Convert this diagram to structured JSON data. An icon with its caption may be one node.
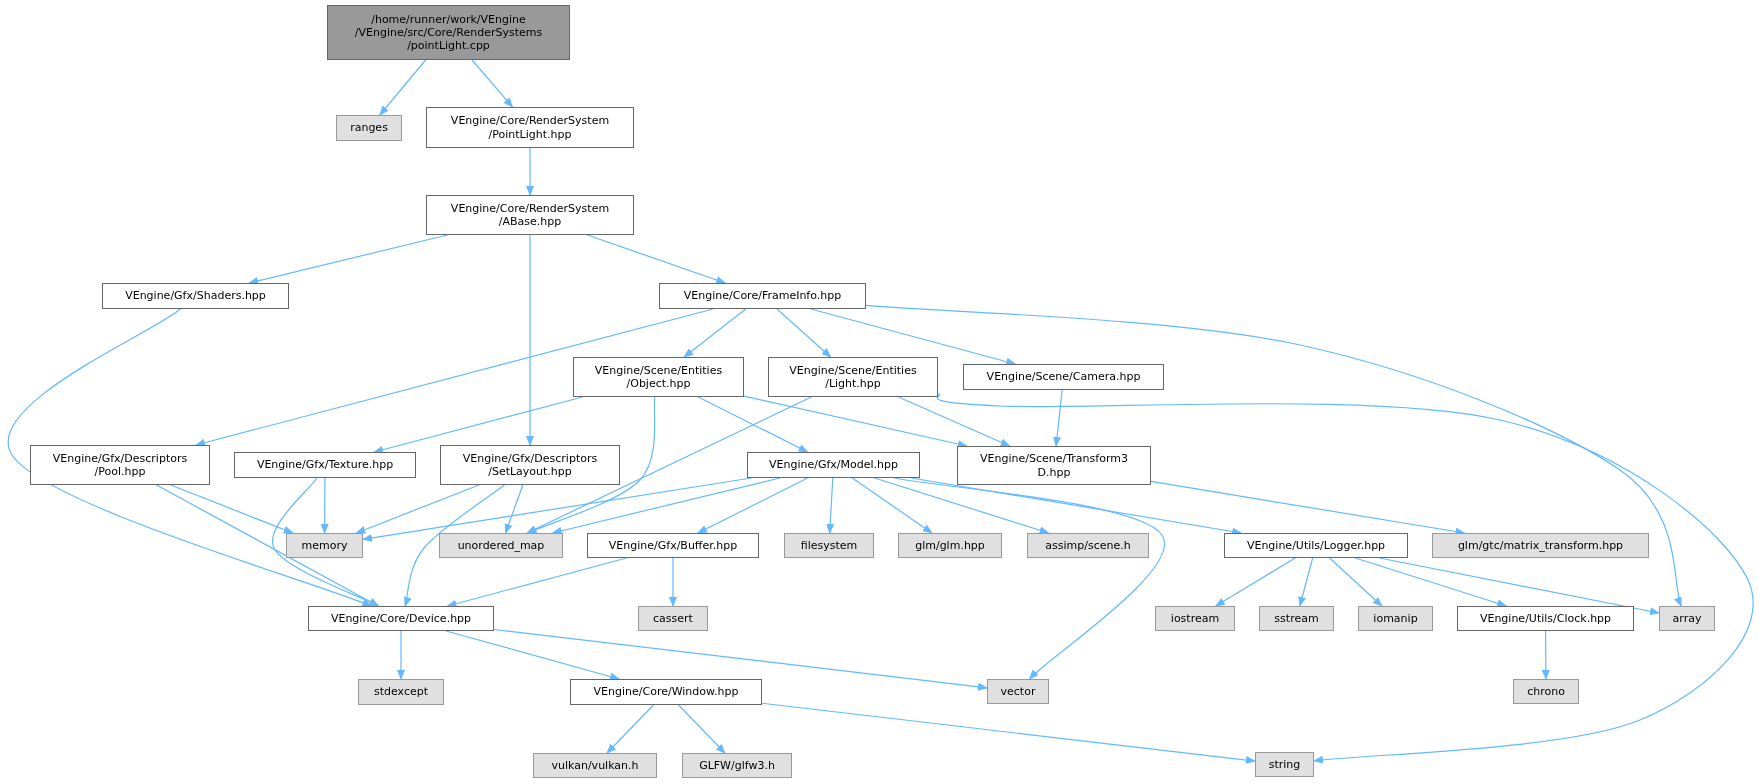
{
  "diagram": {
    "nodes": [
      {
        "text": [
          "/home/runner/work/VEngine /VEngine/src/Core/RenderSystems /pointLight.cpp"
        ]
      },
      {
        "text": [
          "ranges"
        ]
      },
      {
        "text": [
          "VEngine/Core/RenderSystem /PointLight.hpp"
        ]
      },
      {
        "text": [
          "VEngine/Core/RenderSystem /ABase.hpp"
        ]
      },
      {
        "text": [
          "VEngine/Gfx/Shaders.hpp"
        ]
      },
      {
        "text": [
          "VEngine/Core/FrameInfo.hpp"
        ]
      },
      {
        "text": [
          "VEngine/Scene/Entities /Object.hpp"
        ]
      },
      {
        "text": [
          "VEngine/Scene/Entities /Light.hpp"
        ]
      },
      {
        "text": [
          "VEngine/Scene/Camera.hpp"
        ]
      },
      {
        "text": [
          "VEngine/Gfx/Descriptors /Pool.hpp"
        ]
      },
      {
        "text": [
          "VEngine/Gfx/Texture.hpp"
        ]
      },
      {
        "text": [
          "VEngine/Gfx/Descriptors /SetLayout.hpp"
        ]
      },
      {
        "text": [
          "VEngine/Gfx/Model.hpp"
        ]
      },
      {
        "text": [
          "VEngine/Scene/Transform3 D.hpp"
        ]
      },
      {
        "text": [
          "memory"
        ]
      },
      {
        "text": [
          "unordered_map"
        ]
      },
      {
        "text": [
          "VEngine/Gfx/Buffer.hpp"
        ]
      },
      {
        "text": [
          "filesystem"
        ]
      },
      {
        "text": [
          "glm/glm.hpp"
        ]
      },
      {
        "text": [
          "assimp/scene.h"
        ]
      },
      {
        "text": [
          "VEngine/Utils/Logger.hpp"
        ]
      },
      {
        "text": [
          "glm/gtc/matrix_transform.hpp"
        ]
      },
      {
        "text": [
          "VEngine/Core/Device.hpp"
        ]
      },
      {
        "text": [
          "cassert"
        ]
      },
      {
        "text": [
          "iostream"
        ]
      },
      {
        "text": [
          "sstream"
        ]
      },
      {
        "text": [
          "iomanip"
        ]
      },
      {
        "text": [
          "VEngine/Utils/Clock.hpp"
        ]
      },
      {
        "text": [
          "array"
        ]
      },
      {
        "text": [
          "stdexcept"
        ]
      },
      {
        "text": [
          "VEngine/Core/Window.hpp"
        ]
      },
      {
        "text": [
          "vector"
        ]
      },
      {
        "text": [
          "chrono"
        ]
      },
      {
        "text": [
          "vulkan/vulkan.h"
        ]
      },
      {
        "text": [
          "GLFW/glfw3.h"
        ]
      },
      {
        "text": [
          "string"
        ]
      }
    ],
    "edges": [
      {
        "from": 0,
        "to": 1,
        "arrow": "to"
      },
      {
        "from": 0,
        "to": 2,
        "arrow": "to"
      },
      {
        "from": 2,
        "to": 3,
        "arrow": "to"
      },
      {
        "from": 3,
        "to": 4,
        "arrow": "to"
      },
      {
        "from": 3,
        "to": 11,
        "arrow": "to"
      },
      {
        "from": 3,
        "to": 5,
        "arrow": "to"
      },
      {
        "from": 4,
        "to": 22,
        "arrow": "to"
      },
      {
        "from": 5,
        "to": 9,
        "arrow": "to"
      },
      {
        "from": 5,
        "to": 6,
        "arrow": "to"
      },
      {
        "from": 5,
        "to": 7,
        "arrow": "to"
      },
      {
        "from": 5,
        "to": 8,
        "arrow": "to"
      },
      {
        "from": 5,
        "to": 28,
        "arrow": "to"
      },
      {
        "from": 6,
        "to": 10,
        "arrow": "to"
      },
      {
        "from": 6,
        "to": 15,
        "arrow": "to"
      },
      {
        "from": 6,
        "to": 12,
        "arrow": "to"
      },
      {
        "from": 6,
        "to": 13,
        "arrow": "to"
      },
      {
        "from": 7,
        "to": 15,
        "arrow": "to"
      },
      {
        "from": 7,
        "to": 13,
        "arrow": "to"
      },
      {
        "from": 7,
        "to": 35,
        "arrow": "to"
      },
      {
        "from": 8,
        "to": 13,
        "arrow": "to"
      },
      {
        "from": 9,
        "to": 14,
        "arrow": "to"
      },
      {
        "from": 9,
        "to": 22,
        "arrow": "to"
      },
      {
        "from": 10,
        "to": 14,
        "arrow": "to"
      },
      {
        "from": 10,
        "to": 22,
        "arrow": "to"
      },
      {
        "from": 11,
        "to": 14,
        "arrow": "to"
      },
      {
        "from": 11,
        "to": 15,
        "arrow": "to"
      },
      {
        "from": 11,
        "to": 22,
        "arrow": "to"
      },
      {
        "from": 12,
        "to": 14,
        "arrow": "to"
      },
      {
        "from": 12,
        "to": 15,
        "arrow": "to"
      },
      {
        "from": 12,
        "to": 16,
        "arrow": "to"
      },
      {
        "from": 12,
        "to": 17,
        "arrow": "to"
      },
      {
        "from": 12,
        "to": 18,
        "arrow": "to"
      },
      {
        "from": 12,
        "to": 19,
        "arrow": "to"
      },
      {
        "from": 12,
        "to": 31,
        "arrow": "to"
      },
      {
        "from": 12,
        "to": 20,
        "arrow": "to"
      },
      {
        "from": 13,
        "to": 21,
        "arrow": "to"
      },
      {
        "from": 16,
        "to": 22,
        "arrow": "to"
      },
      {
        "from": 16,
        "to": 23,
        "arrow": "to"
      },
      {
        "from": 20,
        "to": 24,
        "arrow": "to"
      },
      {
        "from": 20,
        "to": 25,
        "arrow": "to"
      },
      {
        "from": 20,
        "to": 26,
        "arrow": "to"
      },
      {
        "from": 20,
        "to": 27,
        "arrow": "to"
      },
      {
        "from": 20,
        "to": 28,
        "arrow": "to"
      },
      {
        "from": 22,
        "to": 29,
        "arrow": "to"
      },
      {
        "from": 22,
        "to": 30,
        "arrow": "to"
      },
      {
        "from": 22,
        "to": 31,
        "arrow": "to"
      },
      {
        "from": 27,
        "to": 32,
        "arrow": "to"
      },
      {
        "from": 30,
        "to": 33,
        "arrow": "to"
      },
      {
        "from": 30,
        "to": 34,
        "arrow": "to"
      },
      {
        "from": 30,
        "to": 35,
        "arrow": "to"
      }
    ]
  }
}
